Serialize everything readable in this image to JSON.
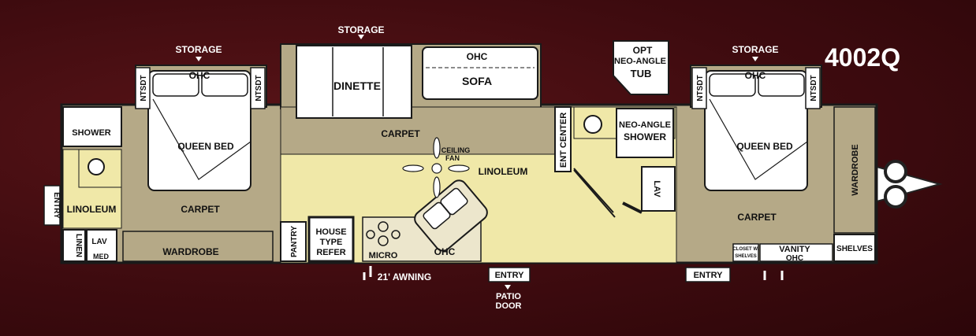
{
  "model": "4002Q",
  "labels": {
    "storage_left": "STORAGE",
    "storage_center": "STORAGE",
    "storage_right": "STORAGE",
    "ohc_left": "OHC",
    "ohc_sofa": "OHC",
    "ohc_right": "OHC",
    "ohc_kitchen": "OHC",
    "vanity": "VANITY",
    "vanity_ohc": "OHC",
    "ntsdt": "NTSDT",
    "queen_bed_left": "QUEEN BED",
    "queen_bed_right": "QUEEN BED",
    "dinette": "DINETTE",
    "sofa": "SOFA",
    "opt": "OPT",
    "neo_angle": "NEO-ANGLE",
    "tub": "TUB",
    "shower_left": "SHOWER",
    "neo_angle_shower_1": "NEO-ANGLE",
    "neo_angle_shower_2": "SHOWER",
    "carpet_living": "CARPET",
    "carpet_left": "CARPET",
    "carpet_right": "CARPET",
    "ceiling_fan_1": "CEILING",
    "ceiling_fan_2": "FAN",
    "linoleum_center": "LINOLEUM",
    "linoleum_left": "LINOLEUM",
    "ent_center": "ENT CENTER",
    "lav_right": "LAV",
    "lav_left": "LAV",
    "med": "MED",
    "linen": "LINEN",
    "wardrobe_left": "WARDROBE",
    "wardrobe_right": "WARDROBE",
    "pantry": "PANTRY",
    "refer_1": "HOUSE",
    "refer_2": "TYPE",
    "refer_3": "REFER",
    "micro": "MICRO",
    "closet_1": "CLOSET W/",
    "closet_2": "SHELVES",
    "shelves": "SHELVES",
    "entry_left": "ENTRY",
    "entry_patio": "ENTRY",
    "patio_1": "PATIO",
    "patio_2": "DOOR",
    "entry_right": "ENTRY",
    "awning": "21' AWNING"
  },
  "colors": {
    "carpet": "#b5a987",
    "linoleum": "#f0e8a8",
    "outline": "#1a1a1a",
    "background": "#3e0b0f"
  }
}
